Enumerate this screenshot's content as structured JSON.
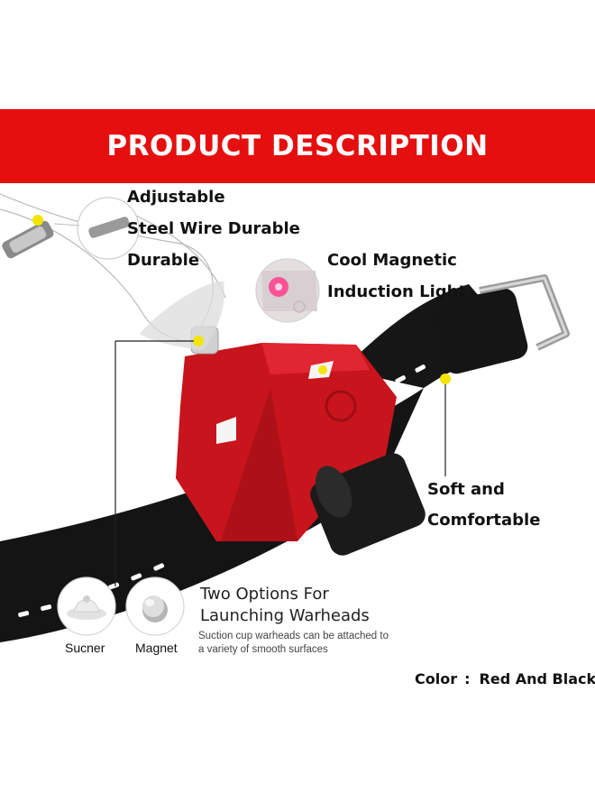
{
  "banner": {
    "title": "PRODUCT DESCRIPTION"
  },
  "features": {
    "wire_line1": "Adjustable",
    "wire_line2": "Steel Wire Durable",
    "wire_line3": "Durable",
    "light_line1": "Cool Magnetic",
    "light_line2": "Induction Light",
    "strap_line1": "Soft and",
    "strap_line2": "Comfortable"
  },
  "options": {
    "title_line1": "Two Options For",
    "title_line2": "Launching Warheads",
    "desc_line1": "Suction cup warheads can be attached to",
    "desc_line2": "a variety of smooth surfaces",
    "sucker_label": "Sucner",
    "magnet_label": "Magnet"
  },
  "color": {
    "label": "Color",
    "separator": ":",
    "value": "Red And Black"
  },
  "colors": {
    "banner": "#e60f0f",
    "launcher_red": "#c8141c",
    "strap_black": "#141414",
    "callout_dot": "#f2e600"
  },
  "icons": [
    "suction-cup-icon",
    "magnet-icon",
    "screw-icon",
    "buckle-icon"
  ]
}
